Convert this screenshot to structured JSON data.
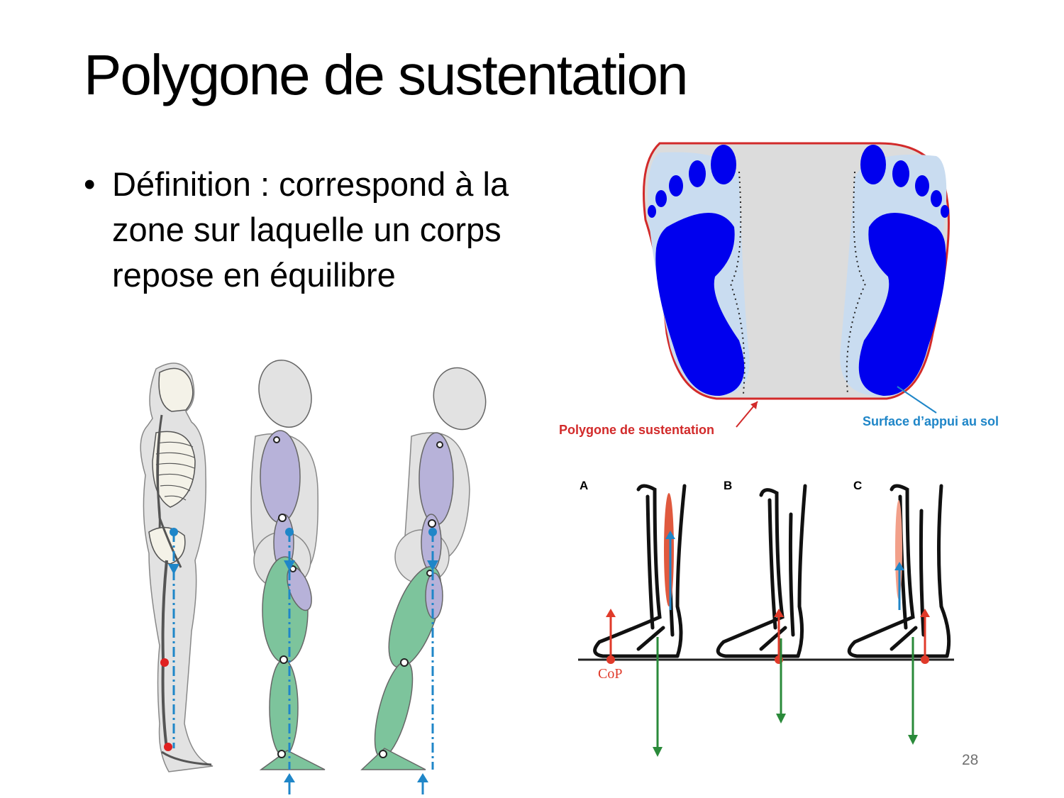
{
  "slide": {
    "title": "Polygone de sustentation",
    "bullet_marker": "•",
    "bullet_text": "Définition : correspond à la zone sur laquelle un corps repose en équilibre",
    "page_number": "28"
  },
  "feet_figure": {
    "label_polygon": "Polygone de sustentation",
    "label_surface": "Surface d’appui au sol",
    "colors": {
      "polygon_outline": "#d22a2a",
      "foot_fill": "#0000ee",
      "foot_halo": "#c9dcf0",
      "polygon_fill": "#dcdcdc",
      "surface_label": "#1f86c8"
    }
  },
  "ankle_figure": {
    "panel_labels": [
      "A",
      "B",
      "C"
    ],
    "cop_label": "CoP",
    "colors": {
      "cop": "#e03a2a",
      "gravity": "#2a8a3a",
      "muscle_force": "#1f86c8"
    }
  },
  "posture_figure": {
    "colors": {
      "trunk_segment": "#b7b2d9",
      "leg_segment": "#7dc49c",
      "line_of_gravity": "#1f86c8",
      "joint_marker": "#e02020"
    }
  }
}
